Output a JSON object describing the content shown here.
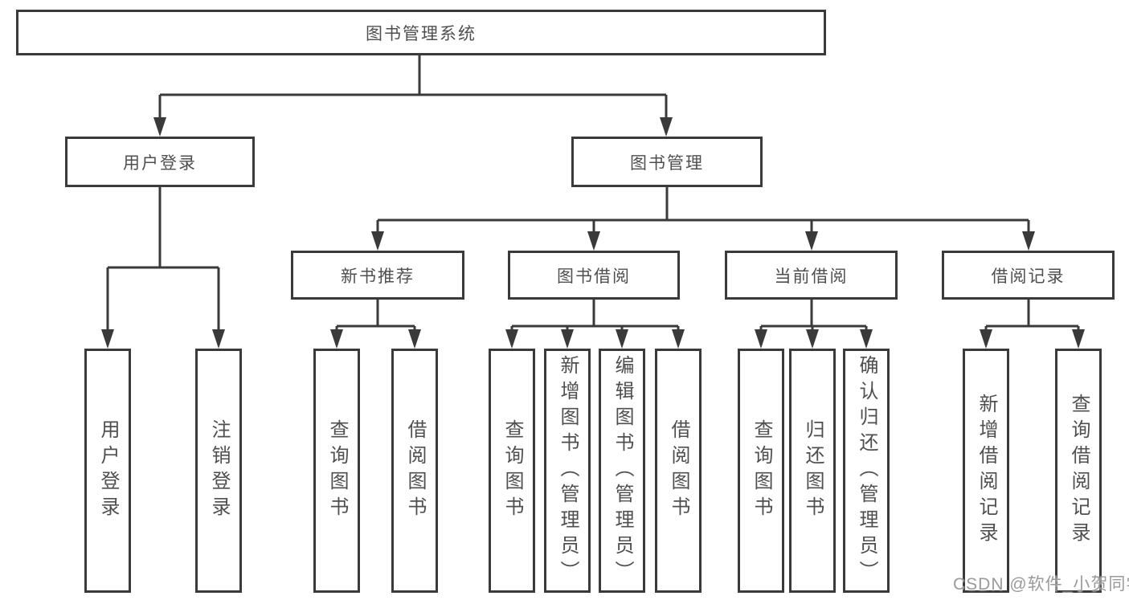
{
  "colors": {
    "line": "#3a3a3a",
    "text": "#4f4f4f",
    "watermark": "#9a9a9a"
  },
  "nodes": {
    "root": "图书管理系统",
    "l2": [
      "用户登录",
      "图书管理"
    ],
    "l3": [
      "新书推荐",
      "图书借阅",
      "当前借阅",
      "借阅记录"
    ],
    "leaves": {
      "user": [
        "用户登录",
        "注销登录"
      ],
      "newbook": [
        "查询图书",
        "借阅图书"
      ],
      "borrow": [
        "查询图书",
        "新增图书（管理员）",
        "编辑图书（管理员）",
        "借阅图书"
      ],
      "current": [
        "查询图书",
        "归还图书",
        "确认归还（管理员）"
      ],
      "records": [
        "新增借阅记录",
        "查询借阅记录"
      ]
    }
  },
  "watermark": "CSDN @软件_小贺同学"
}
